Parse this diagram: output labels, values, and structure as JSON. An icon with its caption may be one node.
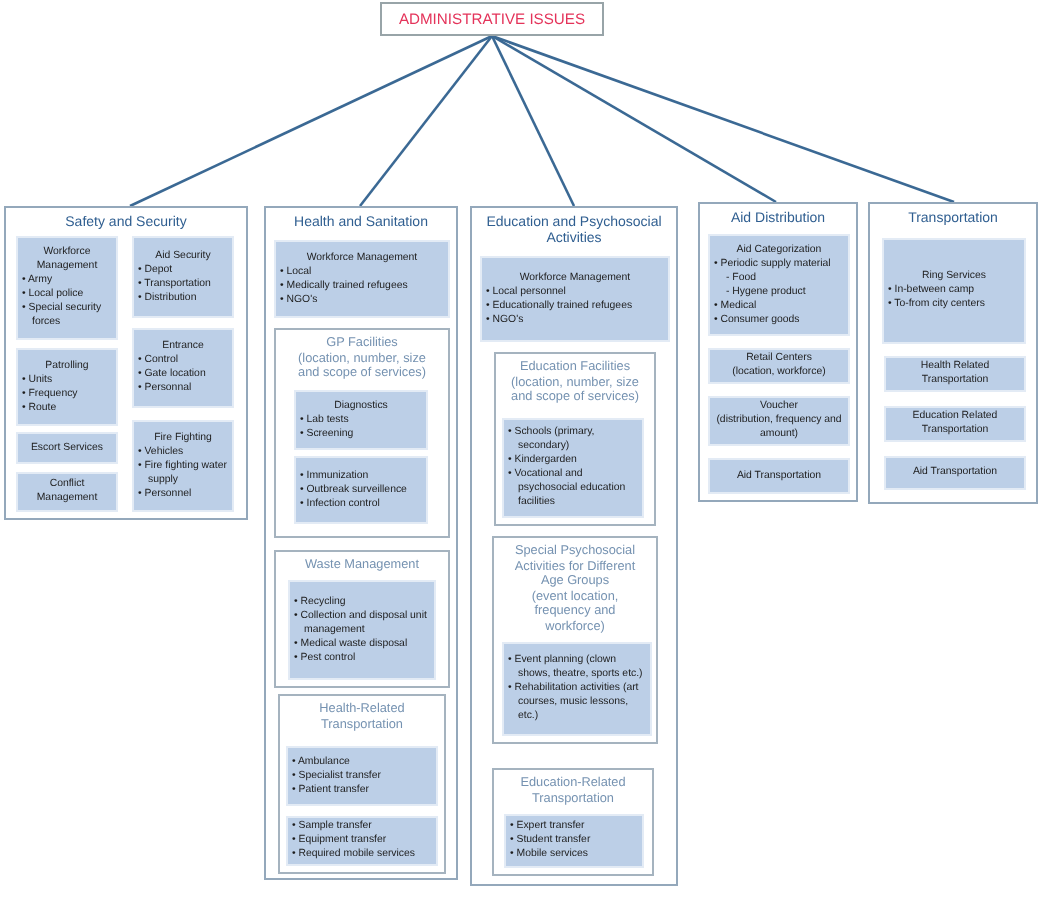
{
  "diagram": {
    "nodes": [
      {
        "text": [
          "ADMINISTRATIVE ISSUES"
        ]
      },
      {
        "text": [
          "Safety and Security"
        ]
      },
      {
        "text": [
          "Workforce Management",
          "• Army",
          "• Local police",
          "• Special security forces"
        ],
        "in": 1
      },
      {
        "text": [
          "Patrolling",
          "• Units",
          "• Frequency",
          "• Route"
        ],
        "in": 1
      },
      {
        "text": [
          "Escort Services"
        ],
        "in": 1
      },
      {
        "text": [
          "Conflict Management"
        ],
        "in": 1
      },
      {
        "text": [
          "Aid Security",
          "• Depot",
          "• Transportation",
          "• Distribution"
        ],
        "in": 1
      },
      {
        "text": [
          "Entrance",
          "• Control",
          "• Gate location",
          "• Personnal"
        ],
        "in": 1
      },
      {
        "text": [
          "Fire Fighting",
          "• Vehicles",
          "• Fire fighting water supply",
          "• Personnel"
        ],
        "in": 1
      },
      {
        "text": [
          "Health and Sanitation"
        ]
      },
      {
        "text": [
          "Workforce Management",
          "• Local",
          "• Medically trained refugees",
          "• NGO's"
        ],
        "in": 9
      },
      {
        "text": [
          "GP Facilities",
          "(location, number, size and scope of services)"
        ],
        "in": 9
      },
      {
        "text": [
          "Diagnostics",
          "• Lab tests",
          "• Screening"
        ],
        "in": 11
      },
      {
        "text": [
          "• Immunization",
          "• Outbreak surveillence",
          "• Infection control"
        ],
        "in": 11
      },
      {
        "text": [
          "Waste Management"
        ],
        "in": 9
      },
      {
        "text": [
          "• Recycling",
          "• Collection and disposal unit management",
          "• Medical waste disposal",
          "• Pest control"
        ],
        "in": 14
      },
      {
        "text": [
          "Health-Related Transportation"
        ],
        "in": 9
      },
      {
        "text": [
          "• Ambulance",
          "• Specialist transfer",
          "• Patient transfer"
        ],
        "in": 16
      },
      {
        "text": [
          "• Sample transfer",
          "• Equipment transfer",
          "• Required mobile services"
        ],
        "in": 16
      },
      {
        "text": [
          "Education and Psychosocial Activities"
        ]
      },
      {
        "text": [
          "Workforce Management",
          "• Local personnel",
          "• Educationally trained refugees",
          "• NGO's"
        ],
        "in": 19
      },
      {
        "text": [
          "Education Facilities",
          "(location, number, size and scope of services)"
        ],
        "in": 19
      },
      {
        "text": [
          "• Schools (primary, secondary)",
          "• Kindergarden",
          "• Vocational and psychosocial education facilities"
        ],
        "in": 21
      },
      {
        "text": [
          "Special Psychosocial Activities for Different Age Groups",
          "(event location, frequency and workforce)"
        ],
        "in": 19
      },
      {
        "text": [
          "• Event planning (clown shows, theatre, sports etc.)",
          "• Rehabilitation activities (art courses, music lessons, etc.)"
        ],
        "in": 23
      },
      {
        "text": [
          "Education-Related Transportation"
        ],
        "in": 19
      },
      {
        "text": [
          "• Expert transfer",
          "• Student transfer",
          "• Mobile services"
        ],
        "in": 25
      },
      {
        "text": [
          "Aid Distribution"
        ]
      },
      {
        "text": [
          "Aid Categorization",
          "• Periodic supply material",
          "- Food",
          "- Hygene product",
          "• Medical",
          "• Consumer goods"
        ],
        "in": 27
      },
      {
        "text": [
          "Retail Centers",
          "(location, workforce)"
        ],
        "in": 27
      },
      {
        "text": [
          "Voucher",
          "(distribution, frequency and amount)"
        ],
        "in": 27
      },
      {
        "text": [
          "Aid Transportation"
        ],
        "in": 27
      },
      {
        "text": [
          "Transportation"
        ]
      },
      {
        "text": [
          "Ring Services",
          "• In-between camp",
          "• To-from city centers"
        ],
        "in": 32
      },
      {
        "text": [
          "Health Related Transportation"
        ],
        "in": 32
      },
      {
        "text": [
          "Education Related Transportation"
        ],
        "in": 32
      },
      {
        "text": [
          "Aid Transportation"
        ],
        "in": 32
      }
    ],
    "edges": [
      {
        "from": 0,
        "to": 1,
        "arrow": "none"
      },
      {
        "from": 0,
        "to": 9,
        "arrow": "none"
      },
      {
        "from": 0,
        "to": 19,
        "arrow": "none"
      },
      {
        "from": 0,
        "to": 27,
        "arrow": "none"
      },
      {
        "from": 0,
        "to": 32,
        "arrow": "none"
      }
    ]
  }
}
